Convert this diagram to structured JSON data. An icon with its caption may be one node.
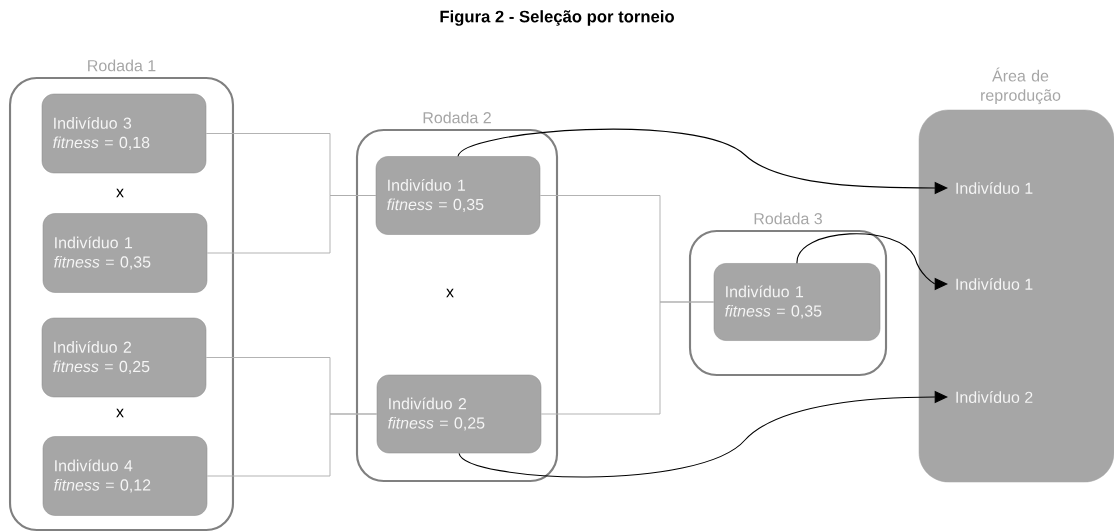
{
  "diagram": {
    "title": "Figura 2 - Seleção por torneio",
    "nodes": [
      {
        "text": [
          "Rodada 1"
        ]
      },
      {
        "text": [
          "Indivíduo 3",
          "*fitness* = 0,18"
        ],
        "in": 0
      },
      {
        "text": [
          "Indivíduo 1",
          "*fitness* = 0,35"
        ],
        "in": 0
      },
      {
        "text": [
          "Indivíduo 2",
          "*fitness* = 0,25"
        ],
        "in": 0
      },
      {
        "text": [
          "Indivíduo 4",
          "*fitness* = 0,12"
        ],
        "in": 0
      },
      {
        "text": [
          "Rodada 2"
        ]
      },
      {
        "text": [
          "Indivíduo 1",
          "*fitness* = 0,35"
        ],
        "in": 5
      },
      {
        "text": [
          "Indivíduo 2",
          "*fitness* = 0,25"
        ],
        "in": 5
      },
      {
        "text": [
          "Rodada 3"
        ]
      },
      {
        "text": [
          "Indivíduo 1",
          "*fitness* = 0,35"
        ],
        "in": 8
      },
      {
        "text": [
          "Área de reprodução"
        ]
      },
      {
        "text": [
          "Indivíduo 1"
        ],
        "in": 10
      },
      {
        "text": [
          "Indivíduo 1"
        ],
        "in": 10
      },
      {
        "text": [
          "Indivíduo 2"
        ],
        "in": 10
      }
    ],
    "edges": [
      {
        "from": 1,
        "to": 6,
        "arrow": "none"
      },
      {
        "from": 2,
        "to": 6,
        "arrow": "none"
      },
      {
        "from": 3,
        "to": 7,
        "arrow": "none"
      },
      {
        "from": 4,
        "to": 7,
        "arrow": "none"
      },
      {
        "from": 6,
        "to": 9,
        "arrow": "none"
      },
      {
        "from": 7,
        "to": 9,
        "arrow": "none"
      },
      {
        "from": 6,
        "to": 11,
        "arrow": "to",
        "color": "#000000"
      },
      {
        "from": 9,
        "to": 12,
        "arrow": "to",
        "color": "#000000"
      },
      {
        "from": 7,
        "to": 13,
        "arrow": "to",
        "color": "#000000"
      }
    ],
    "labels": [
      "x",
      "x",
      "x"
    ]
  }
}
